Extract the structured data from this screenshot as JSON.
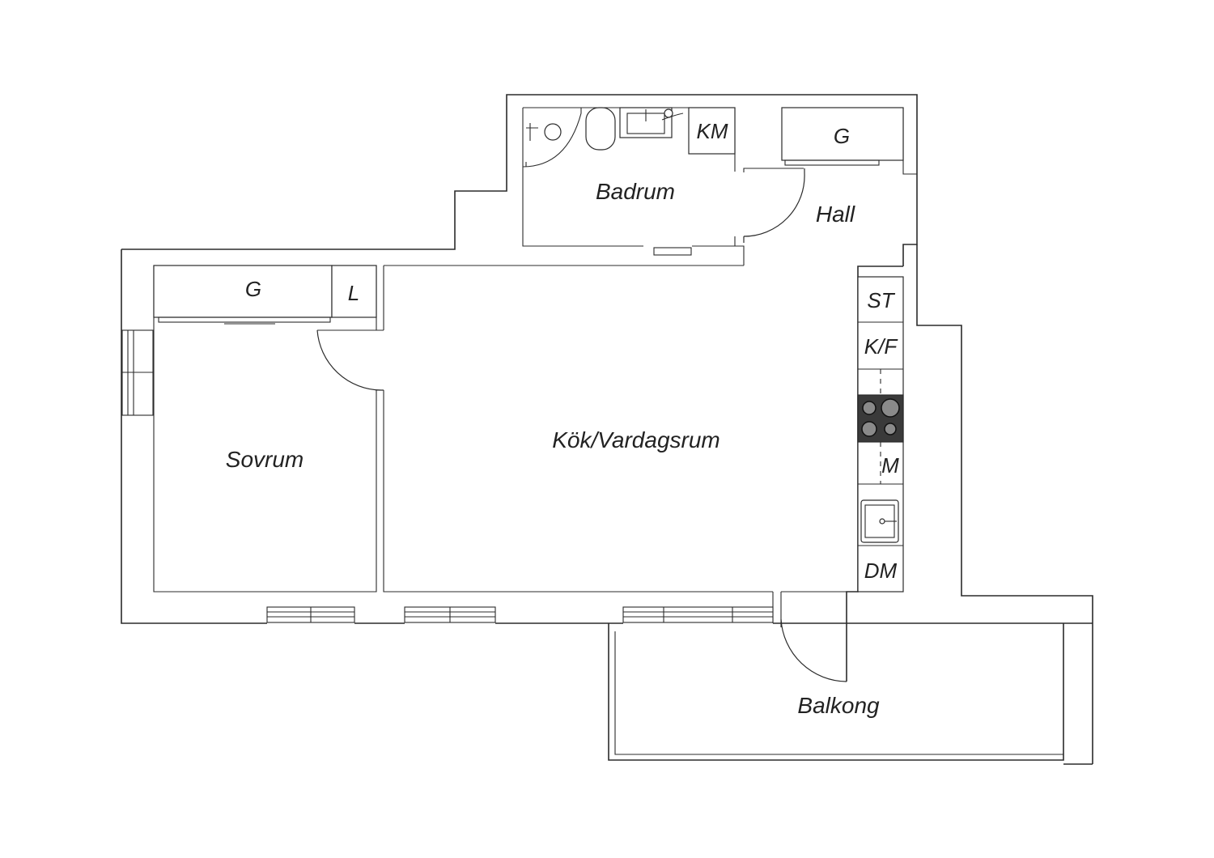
{
  "rooms": {
    "badrum": "Badrum",
    "hall": "Hall",
    "kok_vardagsrum": "Kök/Vardagsrum",
    "sovrum": "Sovrum",
    "balkong": "Balkong"
  },
  "units": {
    "km": "KM",
    "g_hall": "G",
    "g_sovrum": "G",
    "l": "L",
    "st": "ST",
    "kf": "K/F",
    "m": "M",
    "dm": "DM"
  },
  "colors": {
    "line": "#2b2b2b",
    "stove": "#3a3a3a",
    "background": "#ffffff"
  }
}
